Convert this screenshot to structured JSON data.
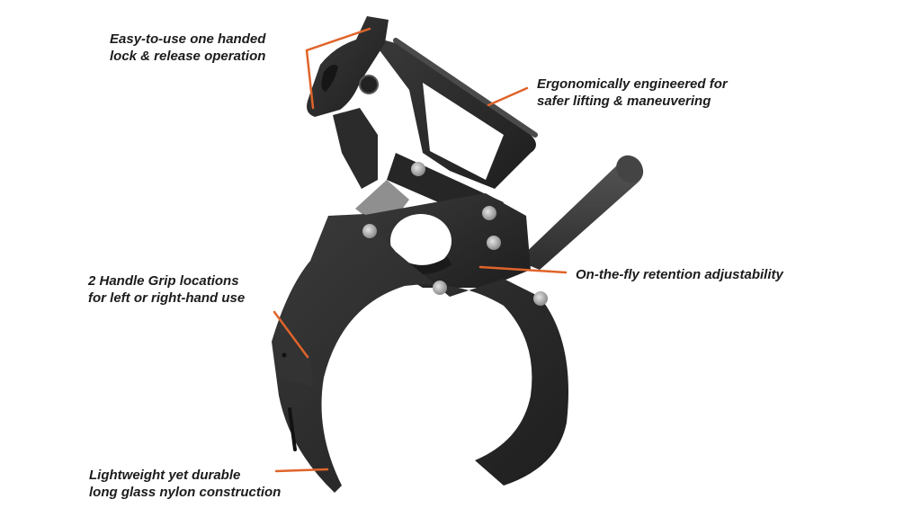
{
  "figure": {
    "subject": "Clamp tool with handle (product feature callout)",
    "leader_color": "#e0642a",
    "product_color": "#2a2a2a"
  },
  "callouts": [
    {
      "id": "lock-release",
      "line1": "Easy-to-use one handed",
      "line2": "lock & release operation"
    },
    {
      "id": "ergonomic",
      "line1": "Ergonomically engineered for",
      "line2": "safer lifting & maneuvering"
    },
    {
      "id": "retention",
      "line1": "On-the-fly retention adjustability"
    },
    {
      "id": "handle-grip",
      "line1": "2 Handle Grip locations",
      "line2": "for left or right-hand use"
    },
    {
      "id": "material",
      "line1": "Lightweight yet durable",
      "line2": "long glass nylon construction"
    }
  ]
}
